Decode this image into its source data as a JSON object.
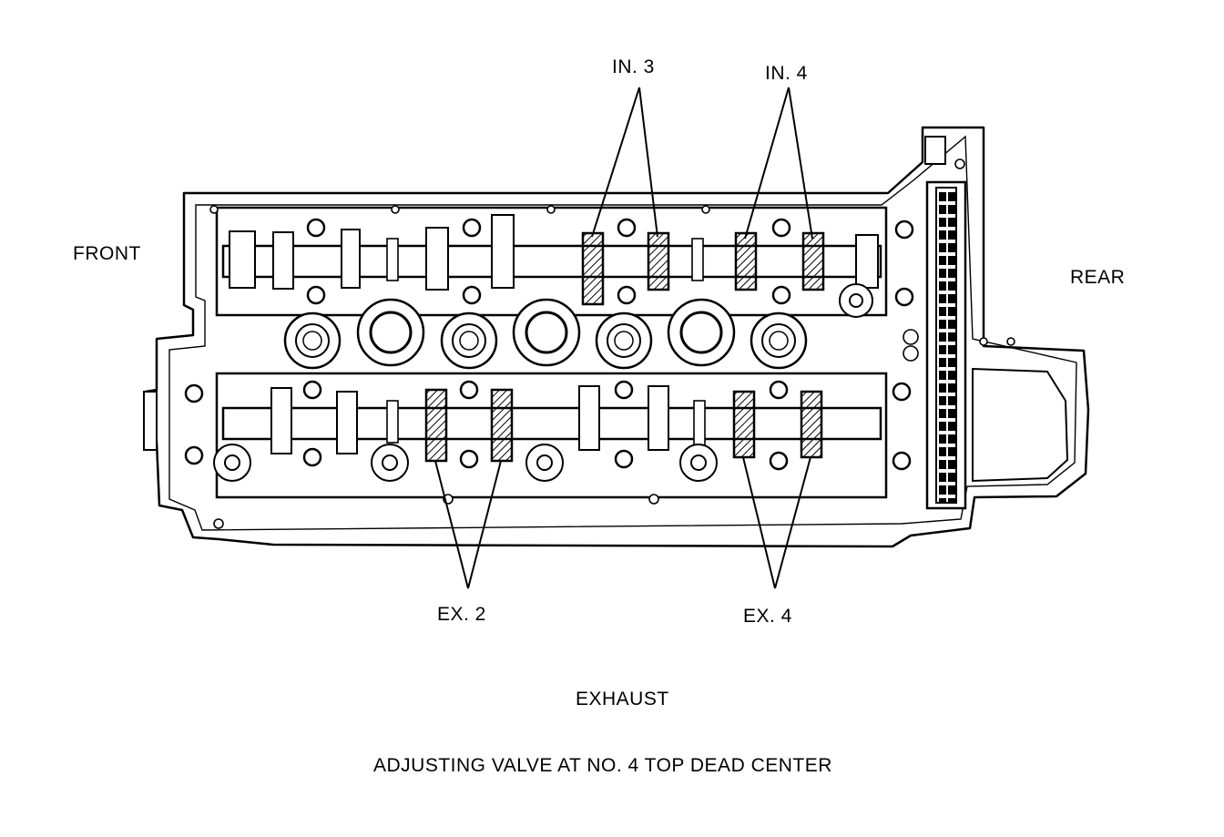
{
  "labels": {
    "front": "FRONT",
    "rear": "REAR",
    "in3": "IN. 3",
    "in4": "IN. 4",
    "ex2": "EX. 2",
    "ex4": "EX. 4",
    "exhaust": "EXHAUST",
    "caption": "ADJUSTING VALVE AT NO. 4 TOP DEAD CENTER"
  },
  "colors": {
    "ink": "#000000",
    "paper": "#ffffff"
  }
}
